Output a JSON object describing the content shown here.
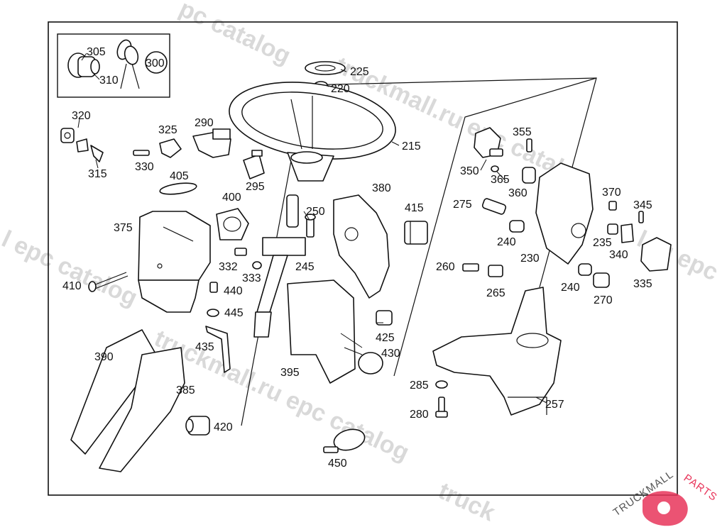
{
  "watermarks": [
    "pc catalog",
    "truckmall.ru epc catalog",
    "l epc catalog",
    "truckmall.ru epc catalog",
    "l.ru epc",
    "truck"
  ],
  "logo": {
    "text_dark": "TRUCKMALL",
    "text_accent": "PARTS",
    "accent_color": "#e8355a"
  },
  "callouts": [
    "305",
    "310",
    "300",
    "225",
    "220",
    "320",
    "315",
    "325",
    "330",
    "290",
    "295",
    "405",
    "215",
    "355",
    "350",
    "365",
    "360",
    "380",
    "400",
    "250",
    "375",
    "415",
    "370",
    "345",
    "275",
    "235",
    "340",
    "332",
    "333",
    "245",
    "240",
    "230",
    "410",
    "440",
    "260",
    "265",
    "240",
    "335",
    "270",
    "445",
    "425",
    "435",
    "430",
    "390",
    "395",
    "385",
    "285",
    "257",
    "280",
    "420",
    "450"
  ],
  "colors": {
    "line": "#111111",
    "watermark": "#d9d9d9",
    "background": "#ffffff"
  }
}
